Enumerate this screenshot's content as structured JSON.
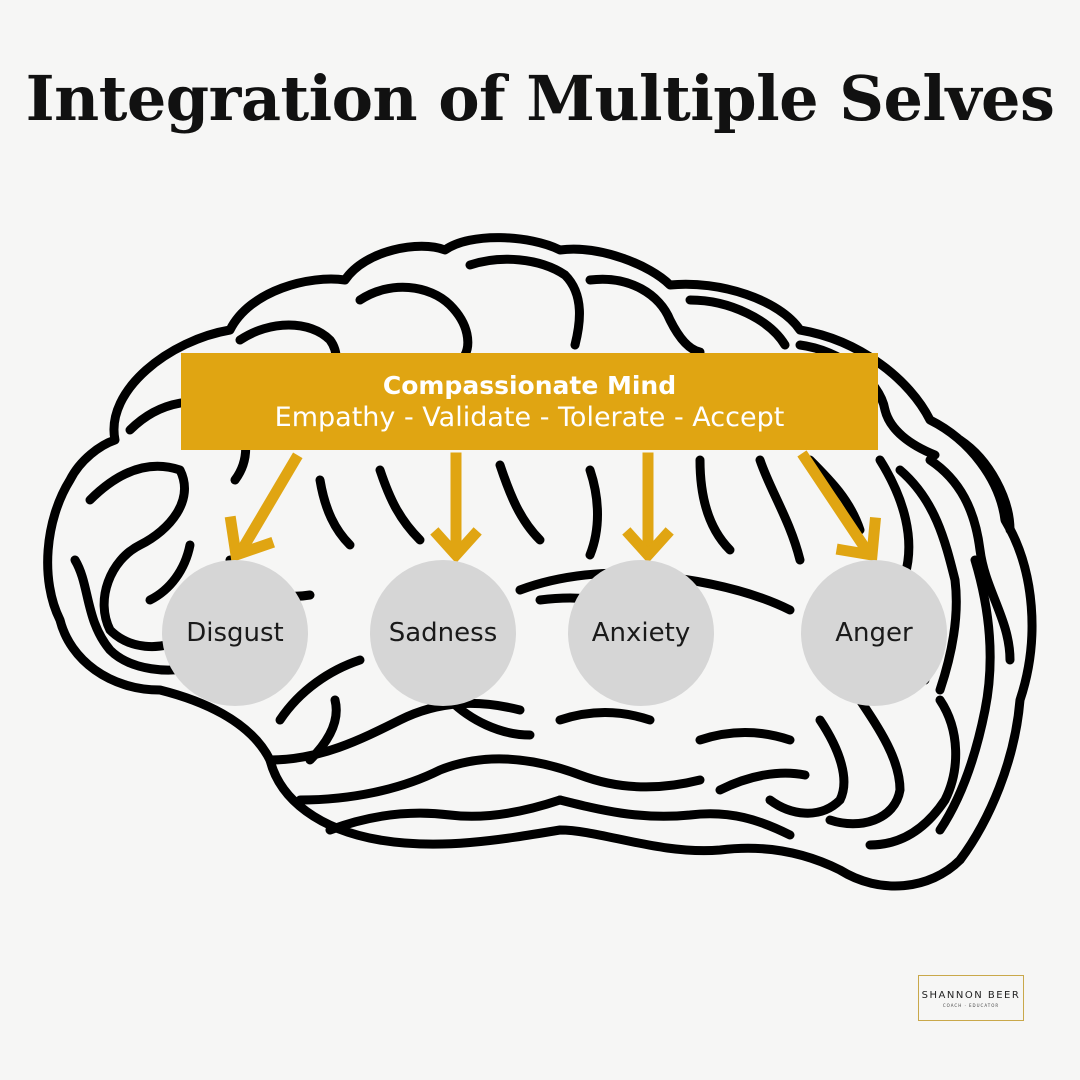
{
  "title": "Integration of Multiple Selves",
  "compassionate_mind": {
    "heading": "Compassionate Mind",
    "qualities": "Empathy - Validate - Tolerate - Accept"
  },
  "emotions": [
    "Disgust",
    "Sadness",
    "Anxiety",
    "Anger"
  ],
  "logo": {
    "name": "SHANNON BEER",
    "tagline": "COACH · EDUCATOR"
  },
  "colors": {
    "accent": "#e0a512",
    "circle": "#d6d6d6",
    "background": "#f6f6f5",
    "outline": "#000000"
  }
}
